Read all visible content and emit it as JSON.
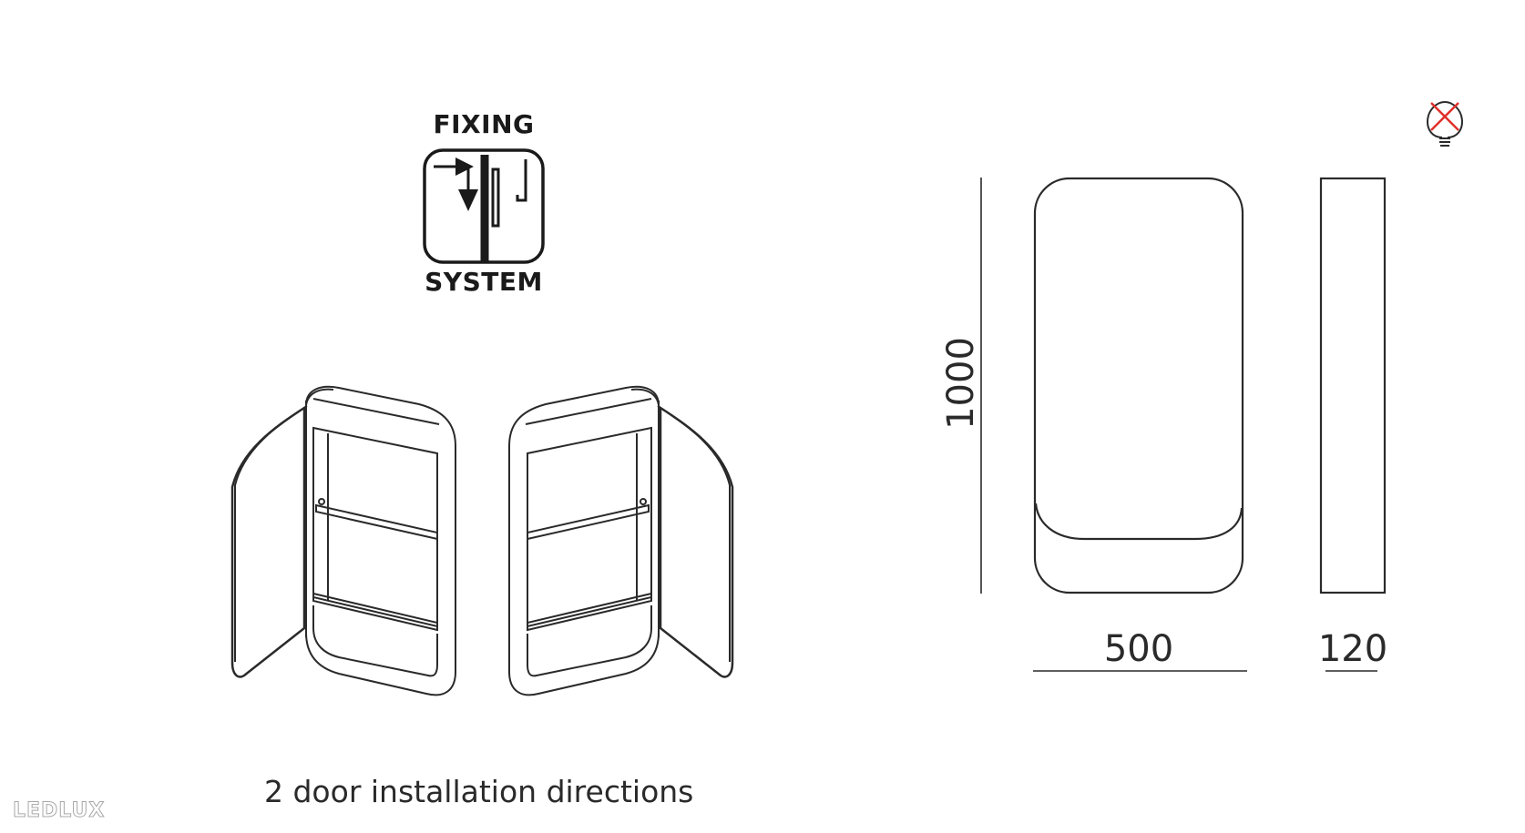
{
  "fixing_icon": {
    "top_label": "FIXING",
    "bottom_label": "SYSTEM"
  },
  "caption": "2 door installation directions",
  "dimensions": {
    "height": "1000",
    "width": "500",
    "depth": "120"
  },
  "watermark": "LEDLUX",
  "icons": {
    "no_bulb": "no-light-bulb-icon"
  },
  "colors": {
    "line": "#2a2a2a",
    "cross": "#e0302a"
  }
}
